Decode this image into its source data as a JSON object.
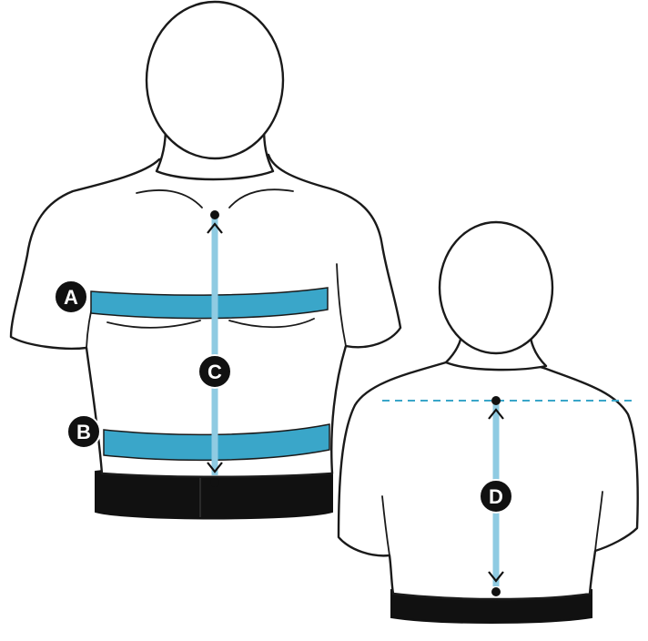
{
  "labels": {
    "chest": "A",
    "waist": "B",
    "front_length": "C",
    "back_length": "D"
  },
  "colors": {
    "band": "#3aa6c9",
    "band_stroke": "#1a1a1a",
    "length_line": "#8fcbe2",
    "dashed_line": "#3aa6c9",
    "outline": "#1a1a1a",
    "belt": "#111111",
    "badge": "#111111"
  }
}
